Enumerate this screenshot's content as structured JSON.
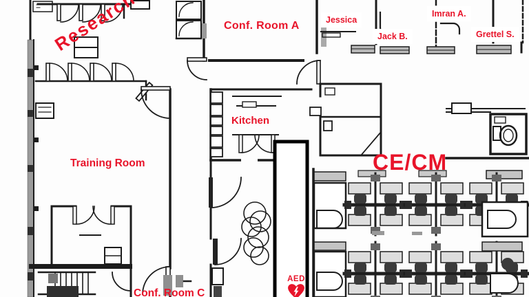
{
  "labels": {
    "research": "Research",
    "conf_room_a": "Conf. Room A",
    "jessica": "Jessica",
    "jack_b": "Jack B.",
    "imran_a": "Imran A.",
    "grettel_s": "Grettel S.",
    "kitchen": "Kitchen",
    "training_room": "Training Room",
    "ce_cm": "CE/CM",
    "aed": "AED",
    "conf_room_c": "Conf. Room C"
  },
  "icons": {
    "aed_heart_icon": "heart-with-lightning-bolt"
  },
  "colors": {
    "annotation_red": "#e8142a",
    "wall_black": "#1c1c1c",
    "wall_gray": "#9a9a9a",
    "background": "#fdfdfd"
  }
}
